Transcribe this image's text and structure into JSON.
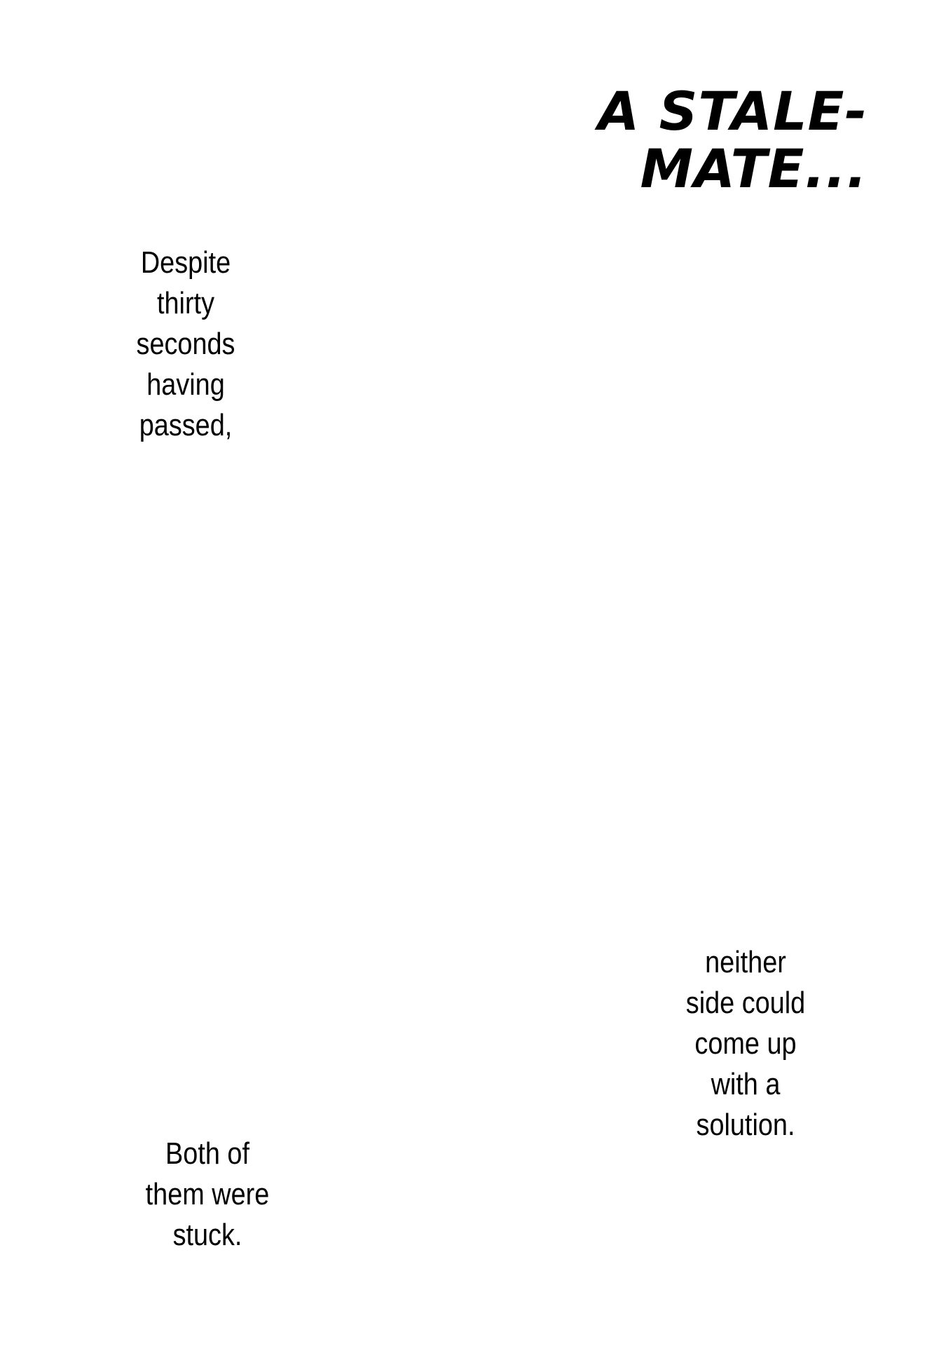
{
  "title": {
    "line1": "A STALE-",
    "line2": "MATE..."
  },
  "captions": [
    {
      "lines": [
        "Despite",
        "thirty",
        "seconds",
        "having",
        "passed,"
      ]
    },
    {
      "lines": [
        "neither",
        "side could",
        "come up",
        "with a",
        "solution."
      ]
    },
    {
      "lines": [
        "Both of",
        "them were",
        "stuck."
      ]
    }
  ]
}
